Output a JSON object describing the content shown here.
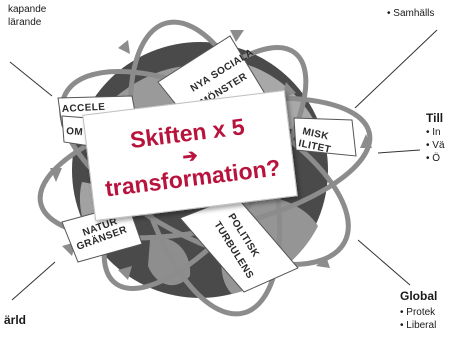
{
  "labels": {
    "top_left_line1": "kapande",
    "top_left_line2": "lärande",
    "top_right": "• Samhälls",
    "mid_right_title": "Till",
    "mid_right_b1": "• In",
    "mid_right_b2": "• Vä",
    "mid_right_b3": "• Ö",
    "bottom_right_title": "Global",
    "bottom_right_b1": "• Protek",
    "bottom_right_b2": "• Liberal",
    "bottom_left": "ärld"
  },
  "center": {
    "line1": "Skiften x 5",
    "arrow": "➔",
    "line2": "transformation?"
  },
  "ribbons": {
    "top": [
      "NYA SOCIALA",
      "MÖNSTER"
    ],
    "left_top": "ACCELE",
    "left_mid": "OM",
    "right": [
      "MISK",
      "ILITET"
    ],
    "bottom_left": [
      "NATUR",
      "GRÄNSER"
    ],
    "bottom_right": [
      "POLITISK",
      "TURBULENS"
    ]
  },
  "colors": {
    "accent": "#b8133d",
    "ribbon_fill": "#ffffff",
    "arrow_grey": "#8c8c8c",
    "globe_dark": "#3a3a3a"
  }
}
